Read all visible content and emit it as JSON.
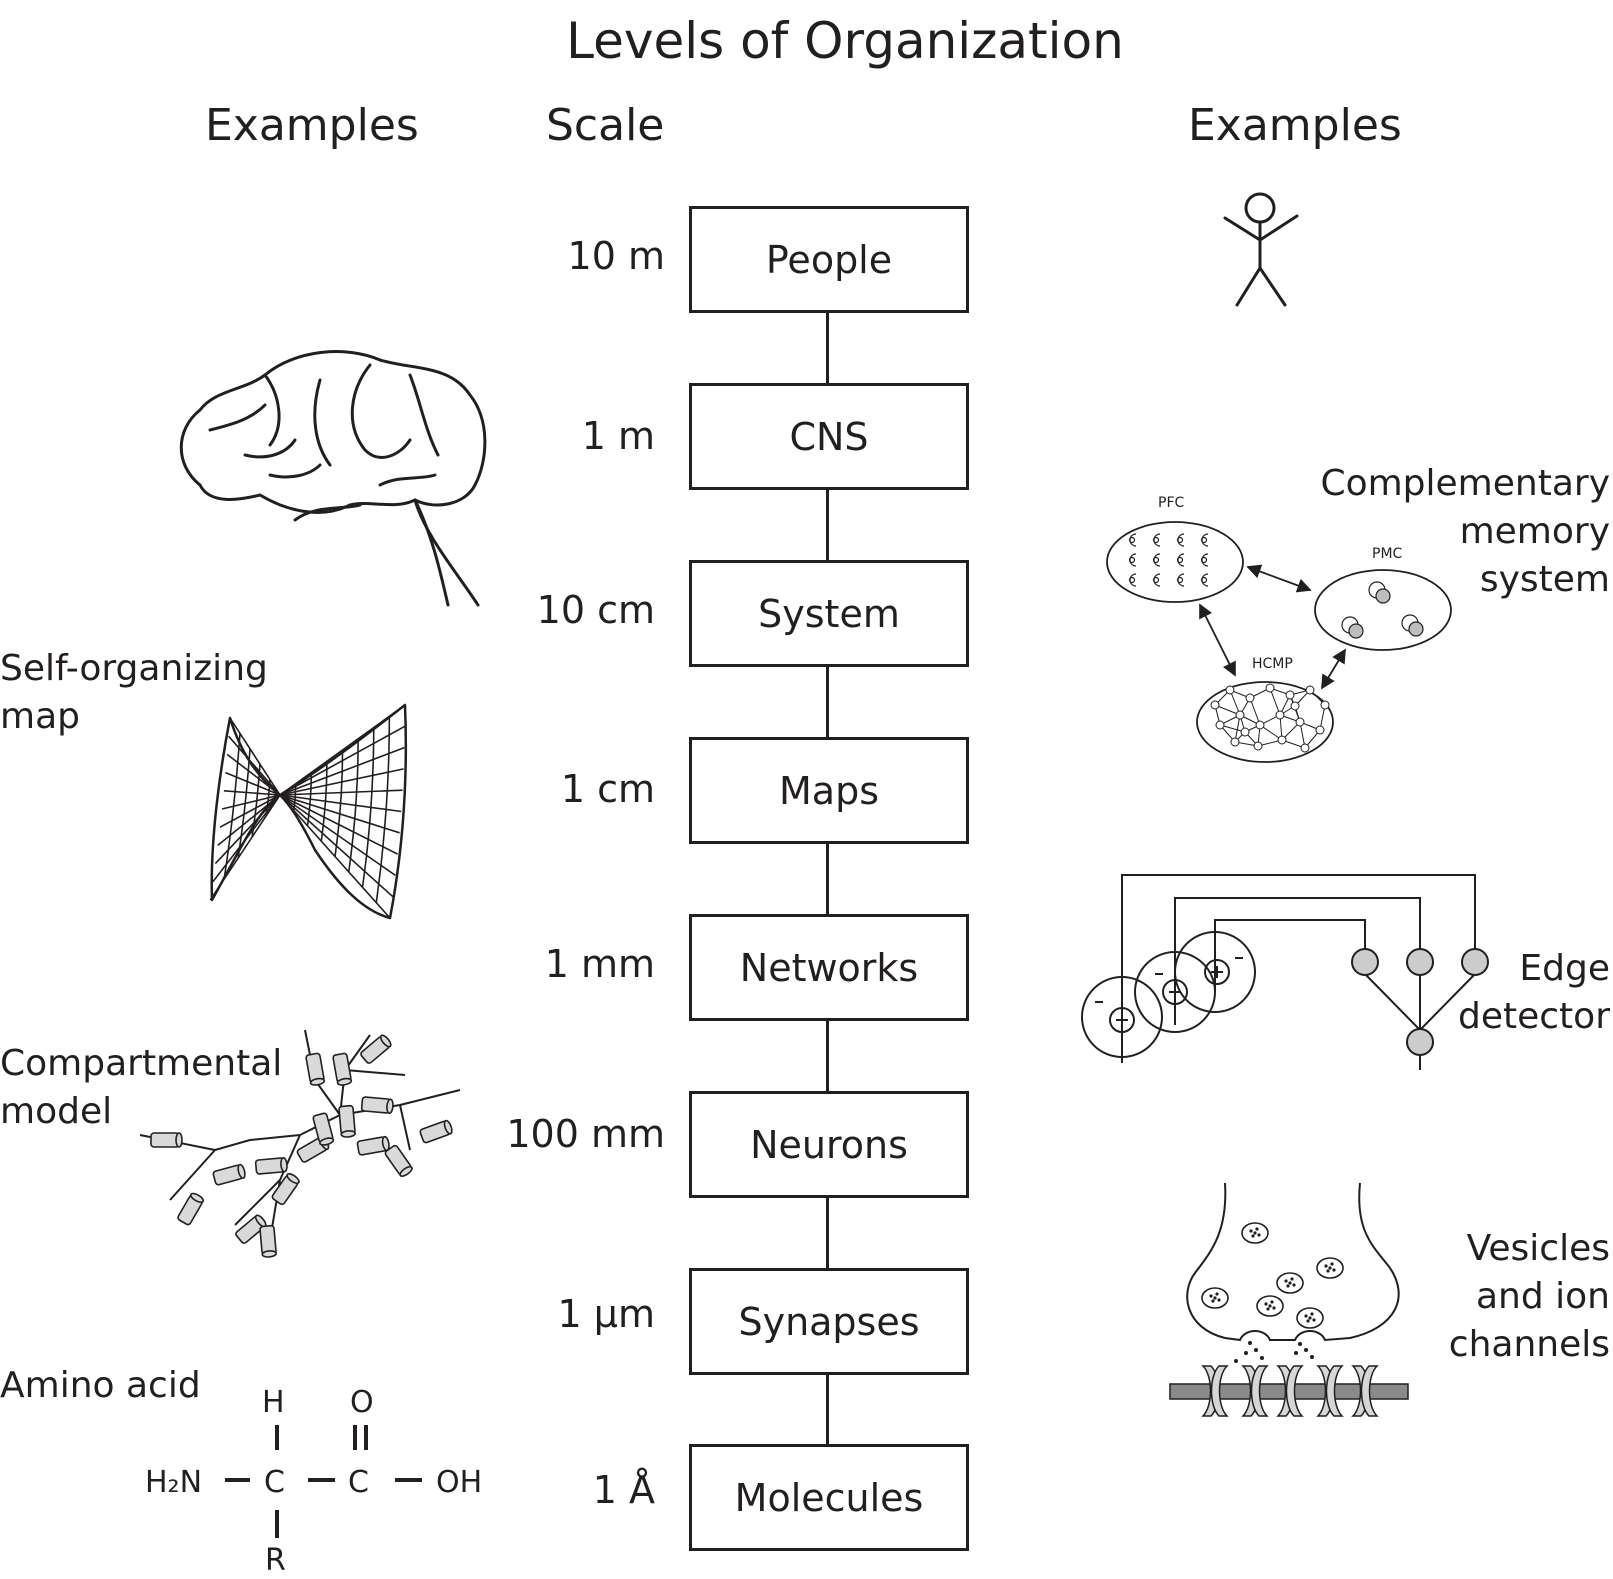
{
  "title": "Levels of  Organization",
  "headers": {
    "left_examples": "Examples",
    "scale": "Scale",
    "right_examples": "Examples"
  },
  "levels": [
    {
      "scale": "10 m",
      "name": "People"
    },
    {
      "scale": "1 m",
      "name": "CNS"
    },
    {
      "scale": "10 cm",
      "name": "System"
    },
    {
      "scale": "1 cm",
      "name": "Maps"
    },
    {
      "scale": "1 mm",
      "name": "Networks"
    },
    {
      "scale": "100 mm",
      "name": "Neurons"
    },
    {
      "scale": "1 µm",
      "name": "Synapses"
    },
    {
      "scale": "1 Å",
      "name": "Molecules"
    }
  ],
  "left_examples": {
    "som": "Self-organizing\nmap",
    "compartmental": "Compartmental\nmodel",
    "amino": "Amino acid"
  },
  "right_examples": {
    "cms": "Complementary\nmemory\nsystem",
    "edge": "Edge\ndetector",
    "vesicles": "Vesicles\nand ion\nchannels"
  },
  "cms_labels": {
    "pfc": "PFC",
    "pmc": "PMC",
    "hcmp": "HCMP"
  },
  "molecule": {
    "h": "H",
    "o": "O",
    "h2n": "H₂N",
    "c1": "C",
    "c2": "C",
    "oh": "OH",
    "r": "R"
  },
  "colors": {
    "ink": "#231f20",
    "fill_grey": "#c8c8c8",
    "bar_grey": "#8a8a8a"
  }
}
